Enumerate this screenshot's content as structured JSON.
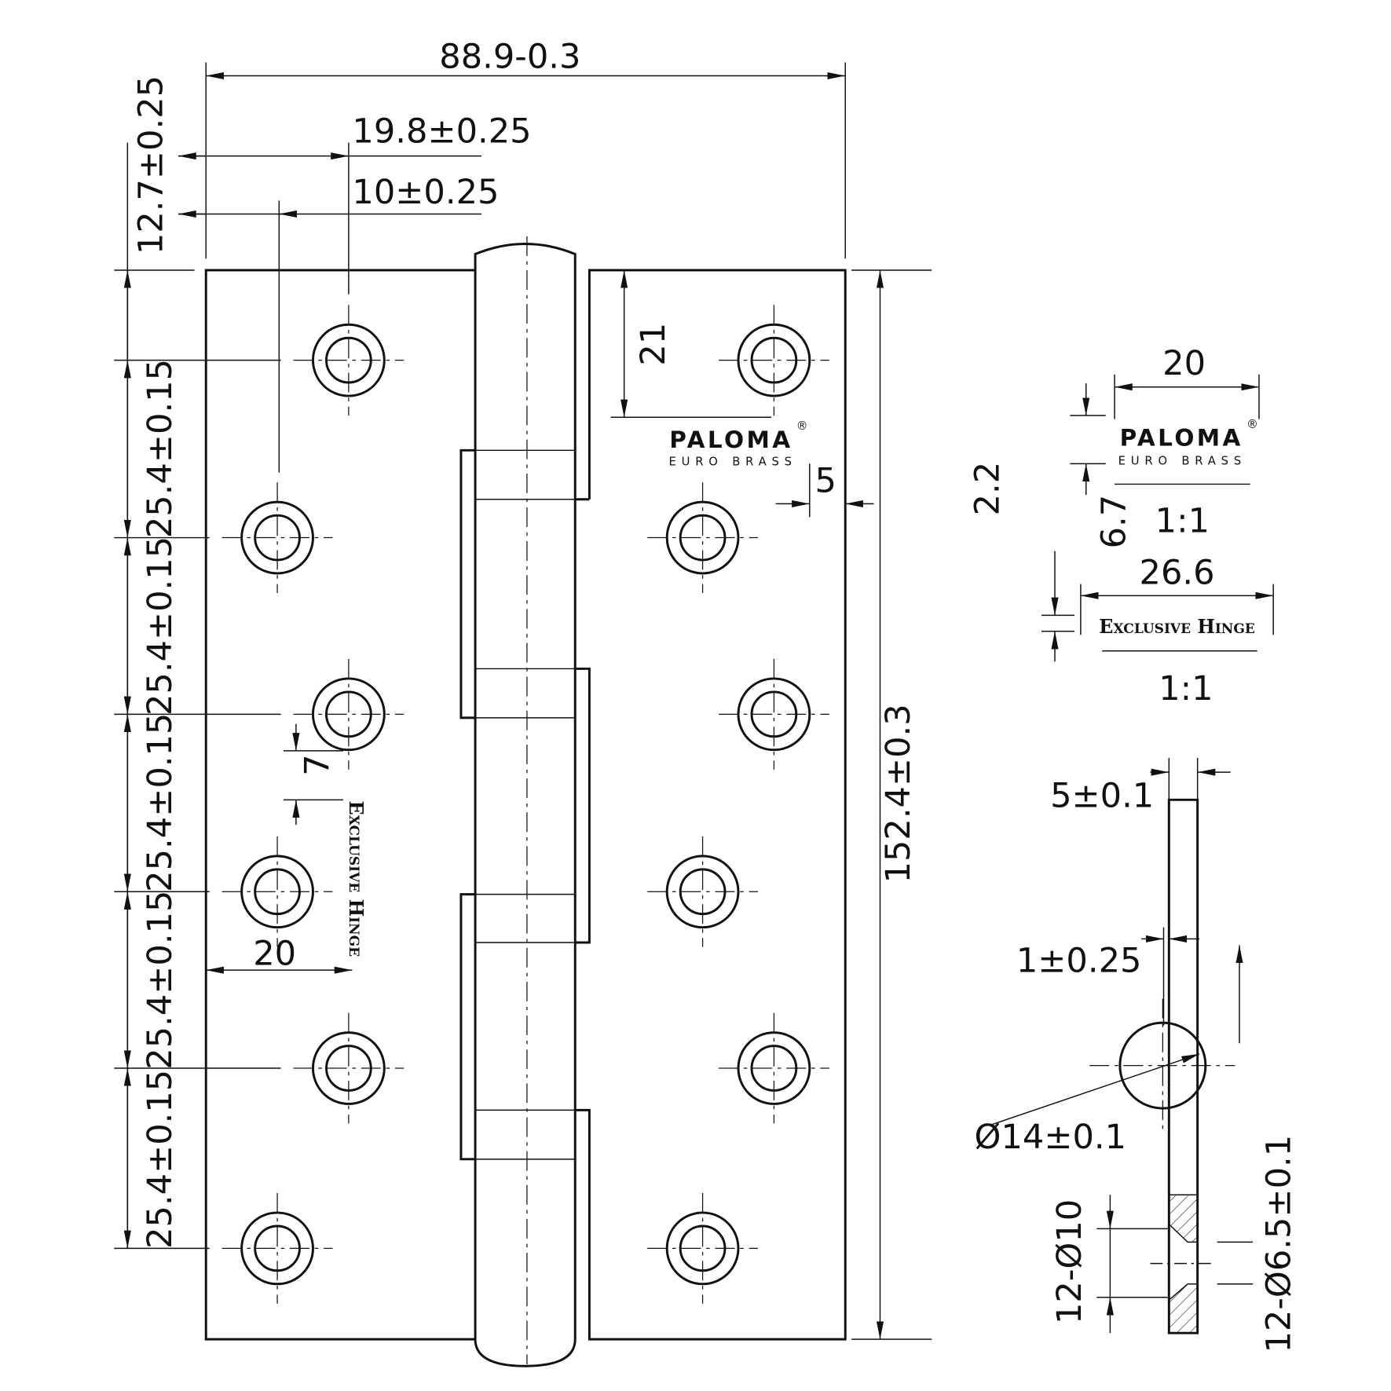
{
  "dimensions": {
    "overall_width": "88.9-0.3",
    "pin_offset": "19.8±0.25",
    "hole_offset": "10±0.25",
    "top_margin": "12.7±0.25",
    "hole_pitch": [
      "25.4±0.15",
      "25.4±0.15",
      "25.4±0.15",
      "25.4±0.15",
      "25.4±0.15"
    ],
    "overall_height": "152.4±0.3",
    "logo_top": "21",
    "logo_edge": "5",
    "text_spacing": "7",
    "text_edge": "20",
    "logo_depth": "2.2",
    "logo_width": "20",
    "logo_height": "6.7",
    "text_width": "26.6",
    "thickness": "5±0.1",
    "gap": "1±0.25",
    "knuckle_diameter": "Ø14±0.1",
    "countersink": "12-Ø10",
    "hole_diameter": "12-Ø6.5±0.1"
  },
  "scales": [
    "1:1",
    "1:1"
  ],
  "logo": {
    "brand": "PALOMA",
    "registered": "®",
    "tagline": "EURO BRASS"
  },
  "engraving": "Exclusive Hinge"
}
